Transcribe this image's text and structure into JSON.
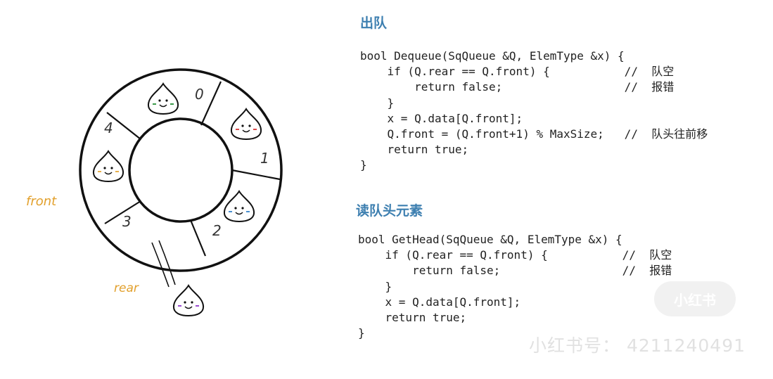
{
  "queue": {
    "slot_labels": [
      "0",
      "1",
      "2",
      "3",
      "4"
    ],
    "front_label": "front",
    "rear_label": "rear"
  },
  "dequeue": {
    "title": "出队",
    "code": "bool Dequeue(SqQueue &Q, ElemType &x) {\n    if (Q.rear == Q.front) {           //  队空\n        return false;                  //  报错\n    }\n    x = Q.data[Q.front];\n    Q.front = (Q.front+1) % MaxSize;   //  队头往前移\n    return true;\n}"
  },
  "gethead": {
    "title": "读队头元素",
    "code": "bool GetHead(SqQueue &Q, ElemType &x) {\n    if (Q.rear == Q.front) {           //  队空\n        return false;                  //  报错\n    }\n    x = Q.data[Q.front];\n    return true;\n}"
  },
  "watermark": {
    "name": "小红书",
    "id": "小红书号： 4211240491"
  },
  "colors": {
    "title": "#3d7fb0",
    "pointer_label": "#e2a02c",
    "ink": "#111111"
  }
}
